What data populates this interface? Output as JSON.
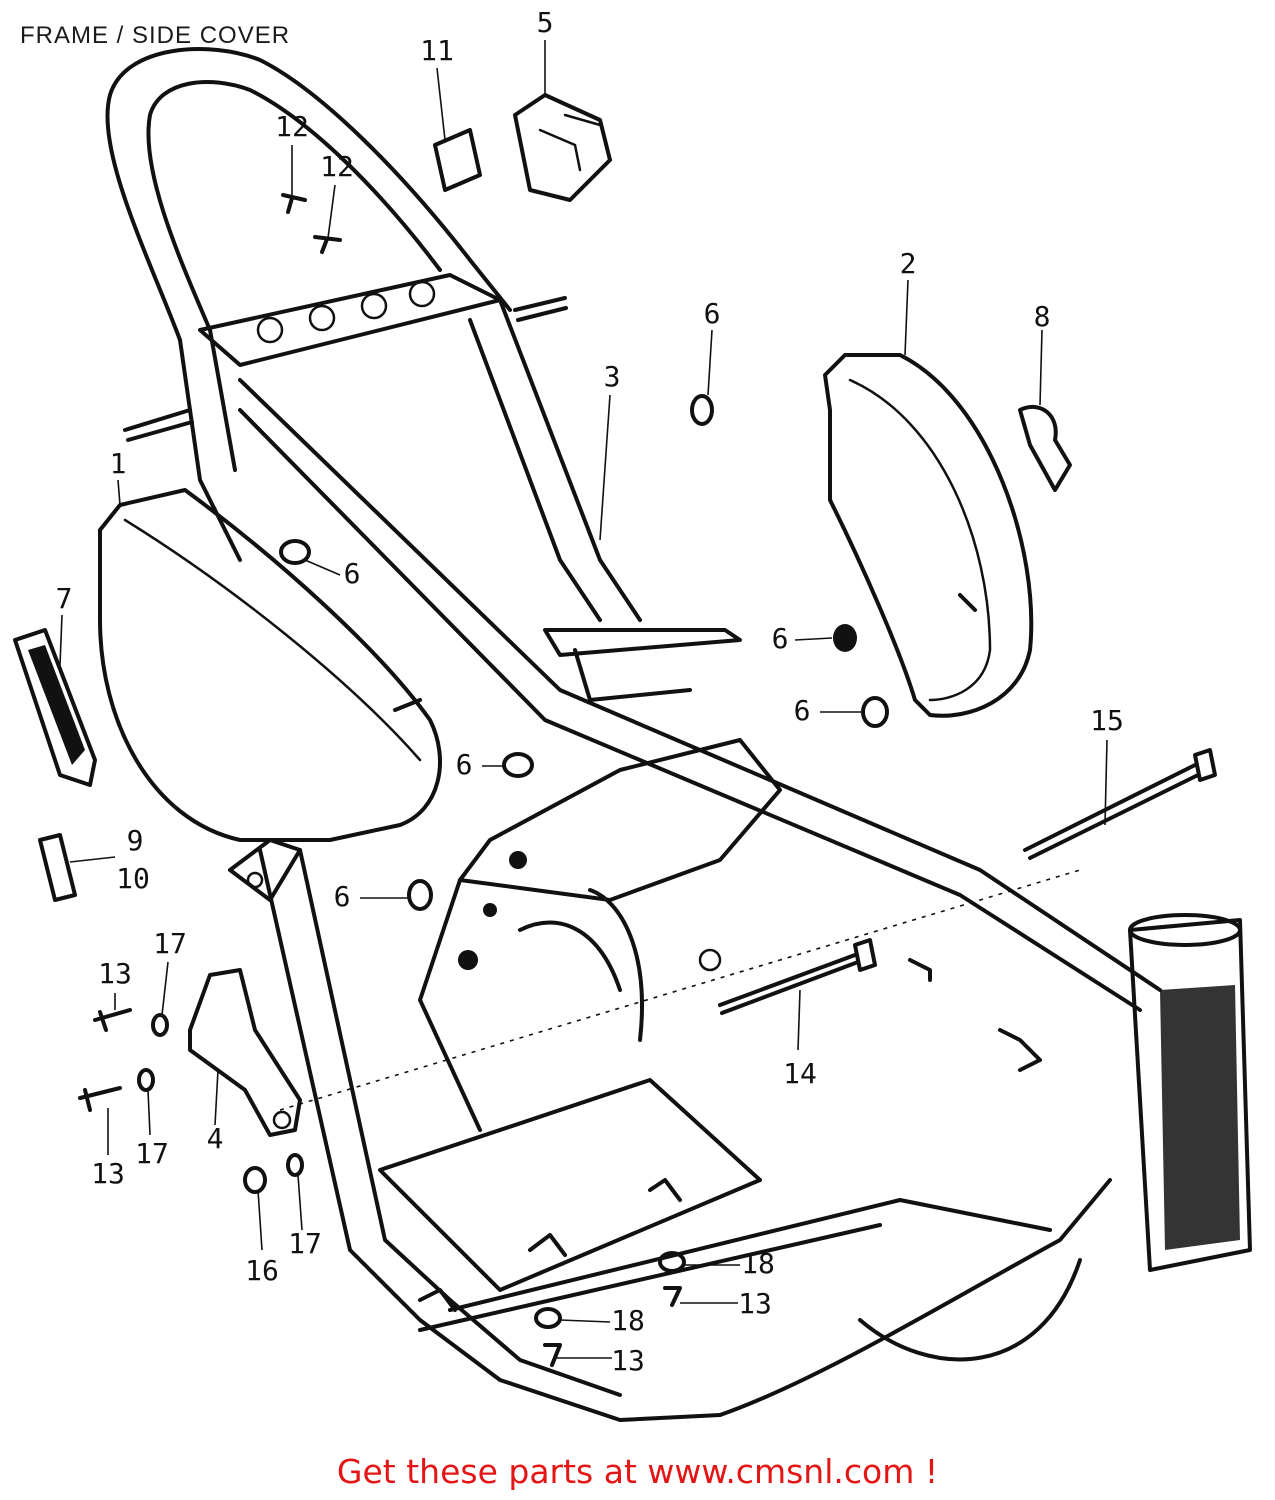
{
  "title": "FRAME / SIDE COVER",
  "footer": {
    "text": "Get these parts at www.cmsnl.com !"
  },
  "callouts": [
    {
      "id": "c1",
      "text": "1"
    },
    {
      "id": "c2",
      "text": "2"
    },
    {
      "id": "c3",
      "text": "3"
    },
    {
      "id": "c4",
      "text": "4"
    },
    {
      "id": "c5",
      "text": "5"
    },
    {
      "id": "c6a",
      "text": "6"
    },
    {
      "id": "c6b",
      "text": "6"
    },
    {
      "id": "c6c",
      "text": "6"
    },
    {
      "id": "c6d",
      "text": "6"
    },
    {
      "id": "c6e",
      "text": "6"
    },
    {
      "id": "c6f",
      "text": "6"
    },
    {
      "id": "c7",
      "text": "7"
    },
    {
      "id": "c8",
      "text": "8"
    },
    {
      "id": "c9",
      "text": "9"
    },
    {
      "id": "c10",
      "text": "10"
    },
    {
      "id": "c11",
      "text": "11"
    },
    {
      "id": "c12a",
      "text": "12"
    },
    {
      "id": "c12b",
      "text": "12"
    },
    {
      "id": "c13a",
      "text": "13"
    },
    {
      "id": "c13b",
      "text": "13"
    },
    {
      "id": "c13c",
      "text": "13"
    },
    {
      "id": "c13d",
      "text": "13"
    },
    {
      "id": "c14",
      "text": "14"
    },
    {
      "id": "c15",
      "text": "15"
    },
    {
      "id": "c16",
      "text": "16"
    },
    {
      "id": "c17a",
      "text": "17"
    },
    {
      "id": "c17b",
      "text": "17"
    },
    {
      "id": "c17c",
      "text": "17"
    },
    {
      "id": "c18a",
      "text": "18"
    },
    {
      "id": "c18b",
      "text": "18"
    }
  ]
}
